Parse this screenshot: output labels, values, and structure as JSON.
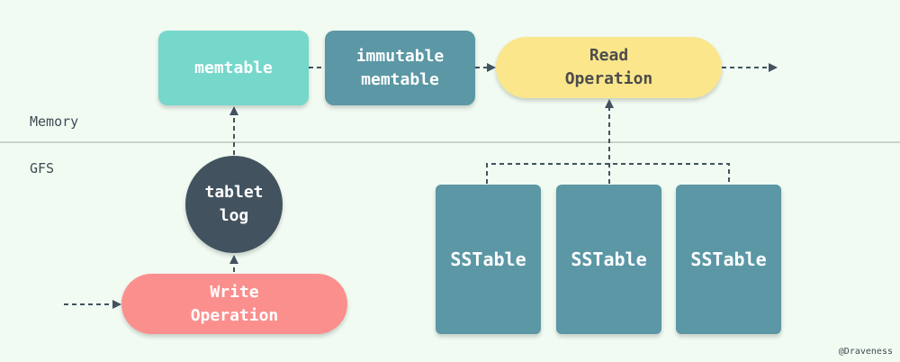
{
  "zones": {
    "memory": "Memory",
    "gfs": "GFS"
  },
  "nodes": {
    "memtable": "memtable",
    "immutable_memtable": "immutable\nmemtable",
    "read_operation": "Read\nOperation",
    "tablet_log": "tablet\nlog",
    "write_operation": "Write\nOperation",
    "sstables": [
      "SSTable",
      "SSTable",
      "SSTable"
    ]
  },
  "credit": "@Draveness",
  "colors": {
    "background": "#f1fbf2",
    "memtable": "#76d7cb",
    "immutable_memtable": "#5b97a5",
    "read_operation": "#fbe68c",
    "tablet_log": "#42525f",
    "write_operation": "#fb8f8d",
    "sstable": "#5b97a5",
    "connector": "#42525f",
    "divider": "#c9d3cb"
  }
}
